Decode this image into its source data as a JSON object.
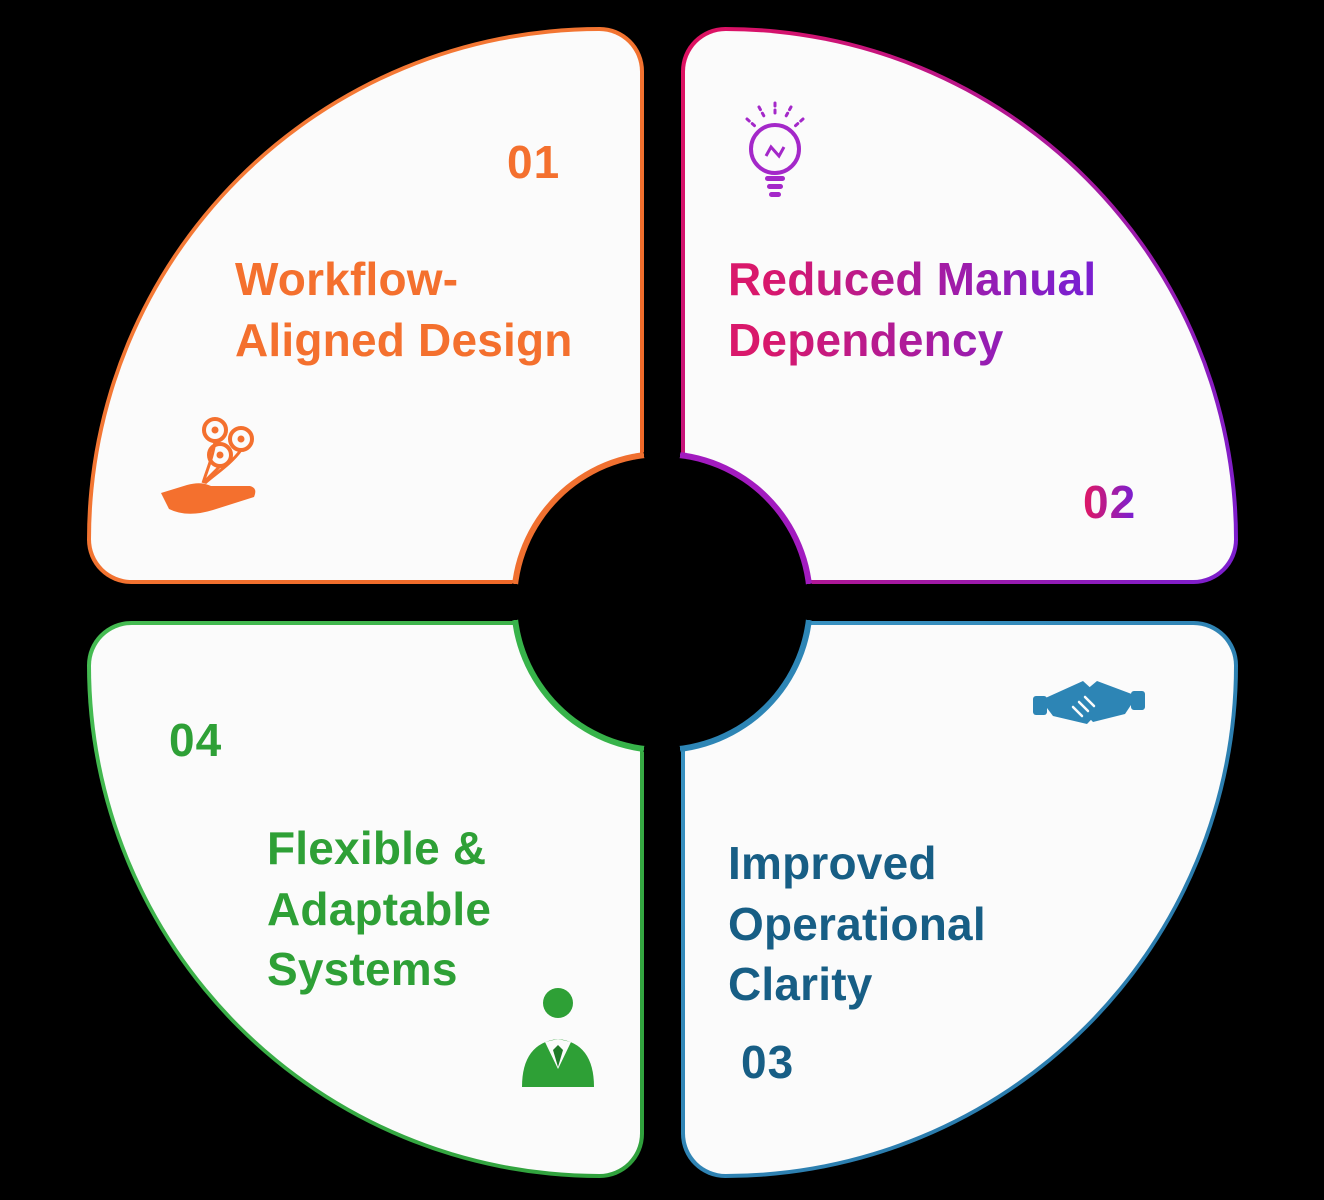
{
  "background_color": "#000000",
  "panel_color": "#FBFBFB",
  "quadrants": [
    {
      "id": "q1",
      "position": "top-left",
      "number": "01",
      "title_lines": [
        "Workflow-",
        "Aligned Design"
      ],
      "accent_color": "#F4702E",
      "icon": "hand-with-flowers-icon"
    },
    {
      "id": "q2",
      "position": "top-right",
      "number": "02",
      "title_lines": [
        "Reduced Manual",
        "Dependency"
      ],
      "accent_color_start": "#E0115F",
      "accent_color_end": "#7B1FD0",
      "icon": "lightbulb-icon"
    },
    {
      "id": "q3",
      "position": "bottom-right",
      "number": "03",
      "title_lines": [
        "Improved",
        "Operational",
        "Clarity"
      ],
      "accent_color": "#2D85B5",
      "text_color": "#175E85",
      "icon": "handshake-icon"
    },
    {
      "id": "q4",
      "position": "bottom-left",
      "number": "04",
      "title_lines": [
        "Flexible &",
        "Adaptable",
        "Systems"
      ],
      "accent_color": "#37B34A",
      "text_color": "#2EA036",
      "icon": "businessman-icon"
    }
  ]
}
